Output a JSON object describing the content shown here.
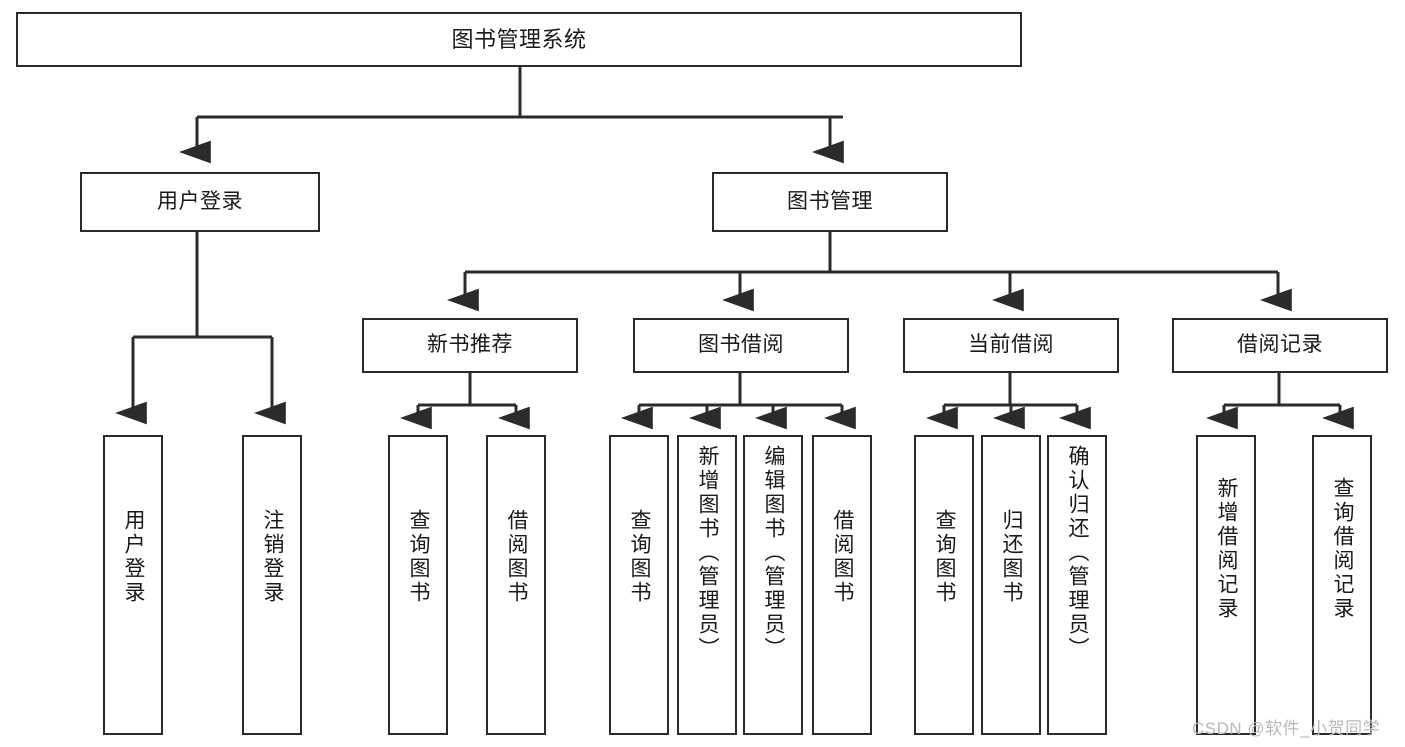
{
  "diagram": {
    "type": "tree-hierarchy-chart",
    "title_node": {
      "label": "图书管理系统"
    },
    "level2": [
      {
        "id": "user-login",
        "label": "用户登录"
      },
      {
        "id": "book-management",
        "label": "图书管理"
      }
    ],
    "level3": [
      {
        "id": "new-book-recommend",
        "label": "新书推荐"
      },
      {
        "id": "book-borrow",
        "label": "图书借阅"
      },
      {
        "id": "current-borrow",
        "label": "当前借阅"
      },
      {
        "id": "borrow-record",
        "label": "借阅记录"
      }
    ],
    "leaves": {
      "user_login": [
        {
          "id": "leaf-user-login",
          "label": "用户登录"
        },
        {
          "id": "leaf-logout-login",
          "label": "注销登录"
        }
      ],
      "new_book_recommend": [
        {
          "id": "leaf-query-book-1",
          "label": "查询图书"
        },
        {
          "id": "leaf-borrow-book-1",
          "label": "借阅图书"
        }
      ],
      "book_borrow": [
        {
          "id": "leaf-query-book-2",
          "label": "查询图书"
        },
        {
          "id": "leaf-add-book",
          "label": "新增图书（管理员）"
        },
        {
          "id": "leaf-edit-book",
          "label": "编辑图书（管理员）"
        },
        {
          "id": "leaf-borrow-book-2",
          "label": "借阅图书"
        }
      ],
      "current_borrow": [
        {
          "id": "leaf-query-book-3",
          "label": "查询图书"
        },
        {
          "id": "leaf-return-book",
          "label": "归还图书"
        },
        {
          "id": "leaf-confirm-return",
          "label": "确认归还（管理员）"
        }
      ],
      "borrow_record": [
        {
          "id": "leaf-add-record",
          "label": "新增借阅记录"
        },
        {
          "id": "leaf-query-record",
          "label": "查询借阅记录"
        }
      ]
    },
    "colors": {
      "stroke": "#2b2b2b",
      "fill": "#ffffff",
      "text": "#1a1a1a",
      "watermark": "#b9b9b9"
    }
  },
  "watermark": {
    "text": "CSDN @软件_小贺同学"
  }
}
